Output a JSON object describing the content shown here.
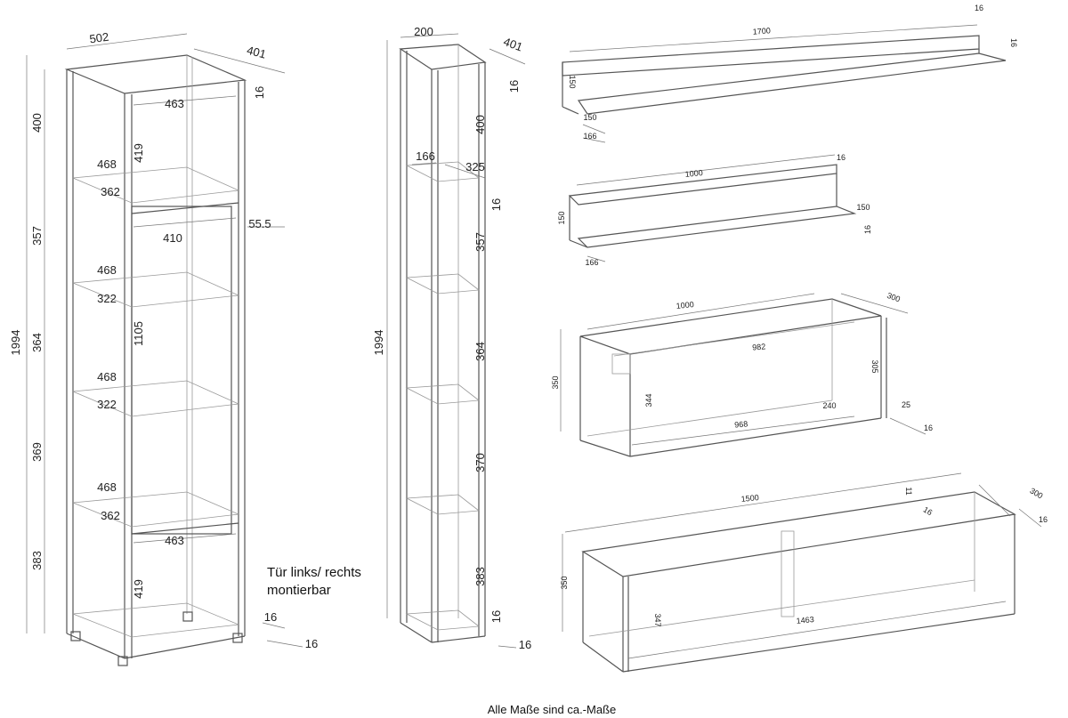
{
  "tall_cabinet": {
    "labels": [
      "502",
      "401",
      "16",
      "400",
      "463",
      "419",
      "468",
      "362",
      "357",
      "410",
      "55.5",
      "468",
      "322",
      "364",
      "1105",
      "468",
      "322",
      "369",
      "468",
      "362",
      "463",
      "383",
      "419",
      "16",
      "16",
      "1994"
    ],
    "note_line1": "Tür links/ rechts",
    "note_line2": "montierbar"
  },
  "narrow_shelf": {
    "labels": [
      "200",
      "401",
      "16",
      "400",
      "166",
      "325",
      "16",
      "357",
      "1994",
      "364",
      "370",
      "383",
      "16",
      "16"
    ]
  },
  "wall_shelf_1700": {
    "labels": [
      "1700",
      "16",
      "16",
      "150",
      "150",
      "166"
    ]
  },
  "wall_shelf_1000": {
    "labels": [
      "1000",
      "16",
      "150",
      "150",
      "16",
      "166"
    ]
  },
  "wall_box_1000": {
    "labels": [
      "1000",
      "300",
      "982",
      "350",
      "305",
      "344",
      "240",
      "25",
      "968",
      "16"
    ]
  },
  "wall_box_1500": {
    "labels": [
      "1500",
      "300",
      "11",
      "16",
      "16",
      "350",
      "347",
      "1463"
    ]
  },
  "footer": "Alle Maße sind ca.-Maße"
}
